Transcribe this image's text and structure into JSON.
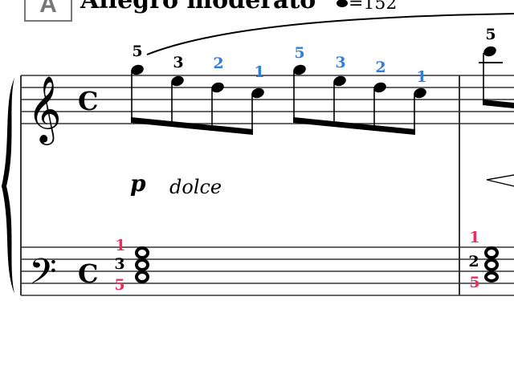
{
  "header": {
    "rehearsal_mark": "A",
    "tempo_text": "Allegro moderato",
    "metronome": "=152"
  },
  "dynamics": {
    "marking": "p",
    "expression": "dolce"
  },
  "treble_time_signature": "C",
  "bass_time_signature": "C",
  "treble_fingerings": [
    "5",
    "3",
    "2",
    "1",
    "5",
    "3",
    "2",
    "1",
    "5"
  ],
  "bass_fingerings": [
    "1",
    "3",
    "5",
    "1",
    "2",
    "5"
  ],
  "colors": {
    "right_hand": "#2f7de1",
    "left_hand": "#e8305e",
    "default": "#000000"
  }
}
